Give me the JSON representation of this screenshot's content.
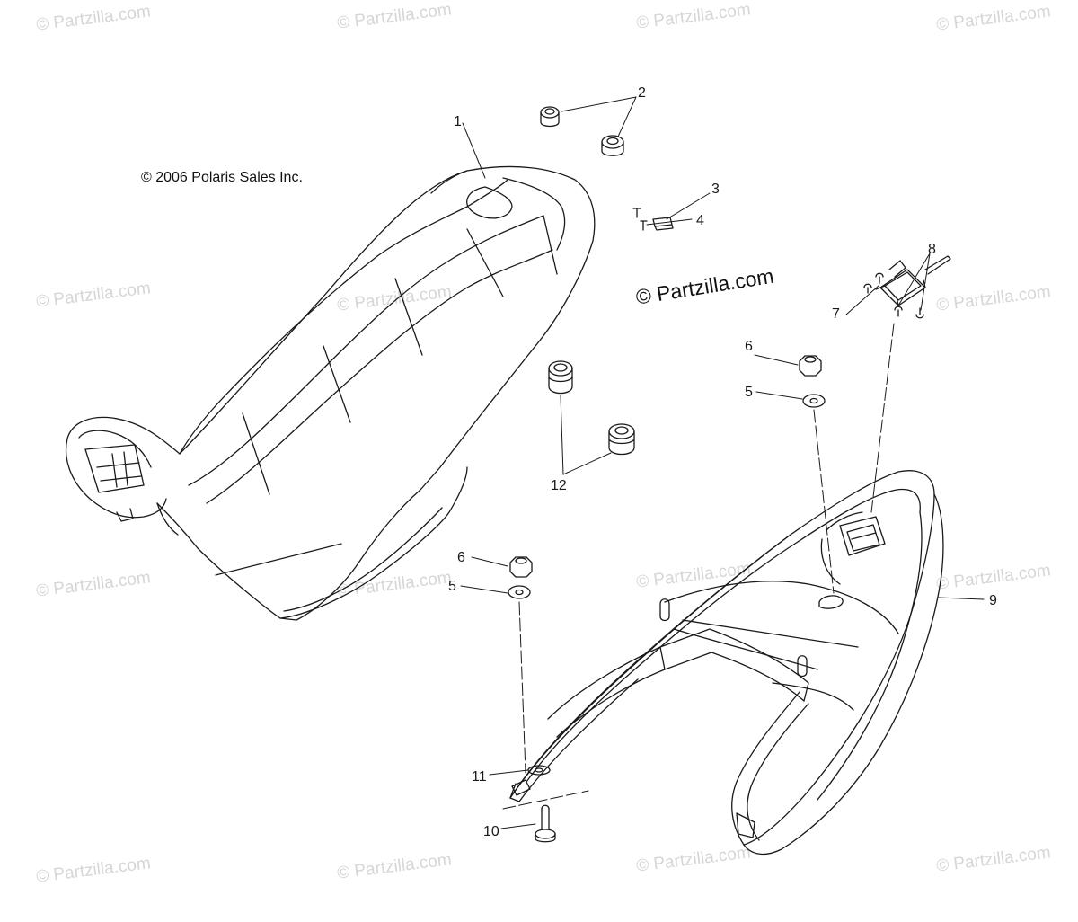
{
  "diagram": {
    "copyright": "© 2006 Polaris Sales Inc.",
    "center_watermark": "© Partzilla.com",
    "bg_watermark": "© Partzilla.com",
    "callouts": [
      "1",
      "2",
      "3",
      "4",
      "5",
      "5",
      "6",
      "6",
      "7",
      "8",
      "9",
      "10",
      "11",
      "12"
    ]
  }
}
